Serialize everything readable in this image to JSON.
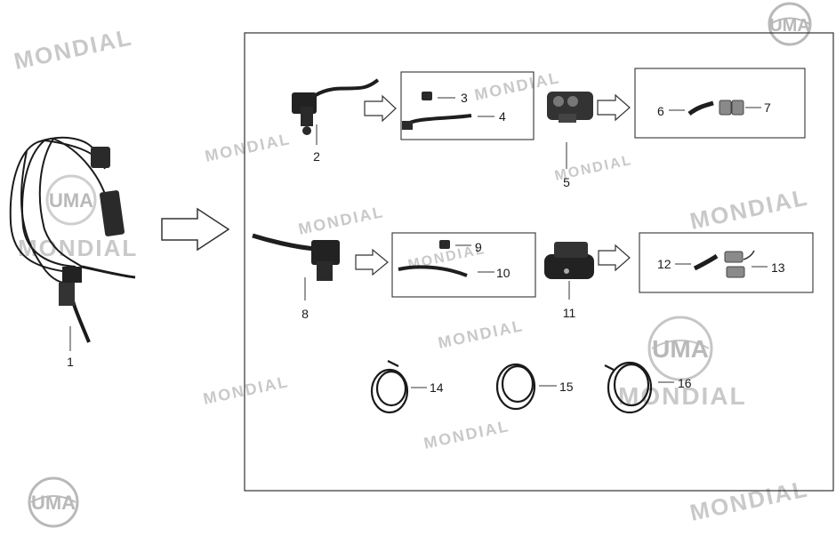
{
  "diagram": {
    "watermark_text": "MONDIAL",
    "logo_text": "UMA",
    "part_numbers": {
      "p1": "1",
      "p2": "2",
      "p3": "3",
      "p4": "4",
      "p5": "5",
      "p6": "6",
      "p7": "7",
      "p8": "8",
      "p9": "9",
      "p10": "10",
      "p11": "11",
      "p12": "12",
      "p13": "13",
      "p14": "14",
      "p15": "15",
      "p16": "16"
    }
  }
}
